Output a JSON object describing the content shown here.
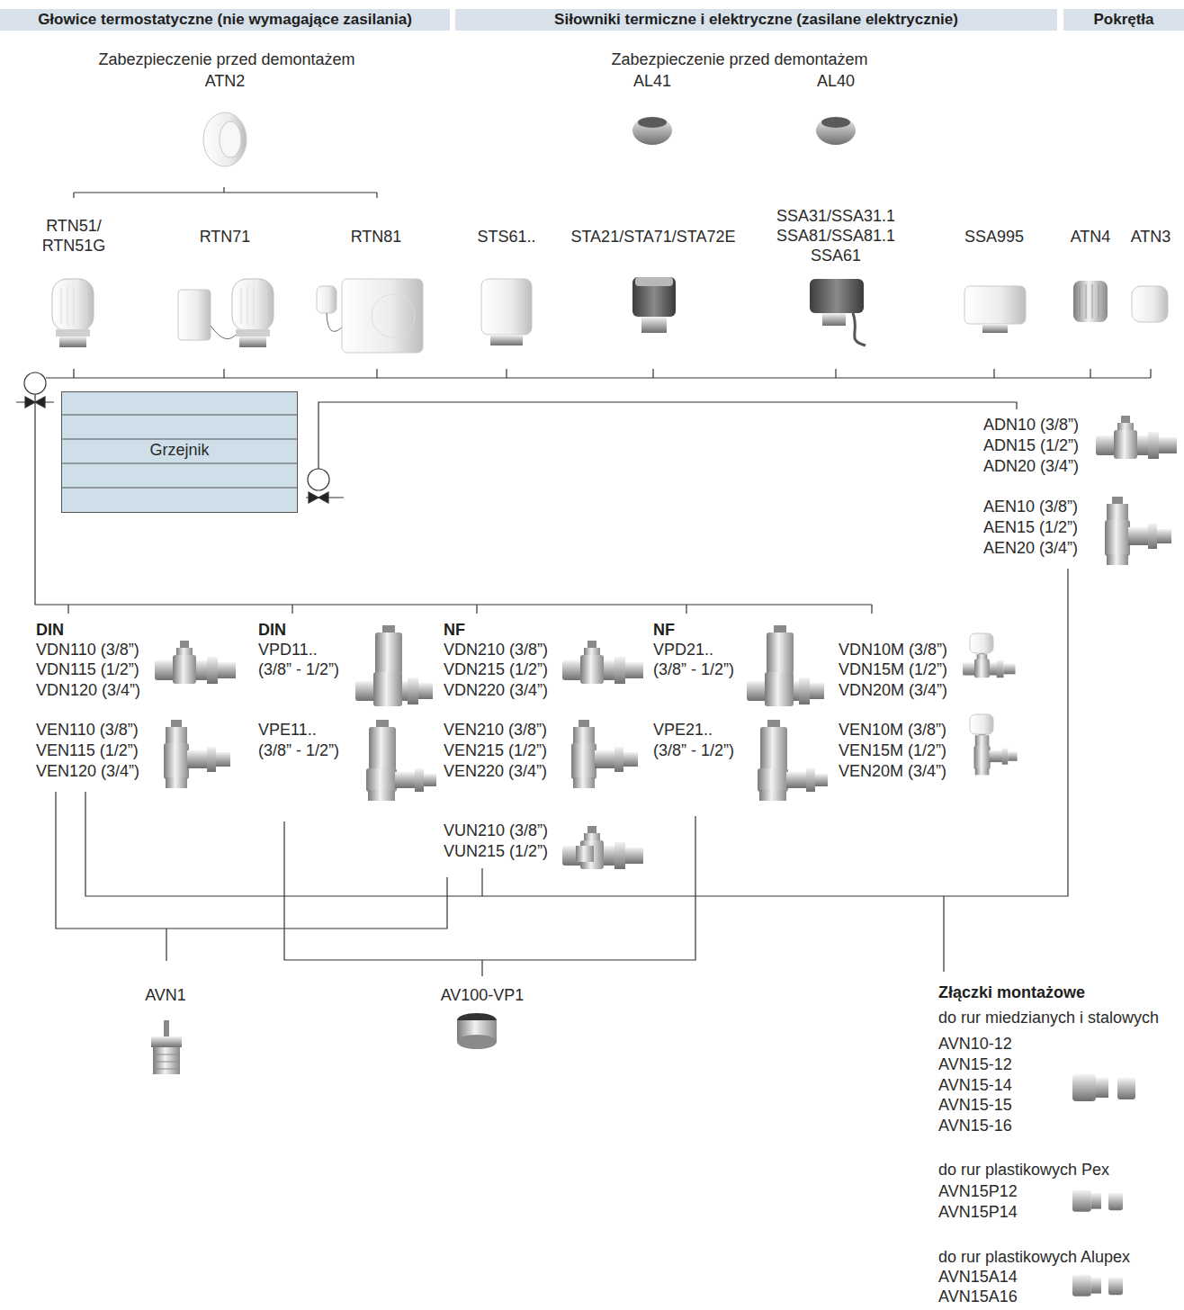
{
  "diagram": {
    "nodes": [
      {
        "text": [
          "Głowice termostatyczne (nie wymagające zasilania)"
        ]
      },
      {
        "text": [
          "Siłowniki termiczne i elektryczne (zasilane elektrycznie)"
        ]
      },
      {
        "text": [
          "Pokrętła"
        ]
      },
      {
        "text": [
          "Grzejnik"
        ]
      }
    ],
    "labels": [
      "Zabezpieczenie przed demontażem",
      "ATN2",
      "Zabezpieczenie przed demontażem",
      "AL41",
      "AL40",
      "RTN51/ RTN51G",
      "RTN71",
      "RTN81",
      "STS61..",
      "STA21/STA71/STA72E",
      "SSA31/SSA31.1 SSA81/SSA81.1 SSA61",
      "SSA995",
      "ATN4",
      "ATN3",
      "ADN10 (3/8”)",
      "ADN15 (1/2”)",
      "ADN20 (3/4”)",
      "AEN10 (3/8”)",
      "AEN15 (1/2”)",
      "AEN20 (3/4”)",
      "DIN",
      "VDN110 (3/8”)",
      "VDN115 (1/2”)",
      "VDN120 (3/4”)",
      "VEN110 (3/8”)",
      "VEN115 (1/2”)",
      "VEN120 (3/4”)",
      "DIN",
      "VPD11..",
      "(3/8” - 1/2”)",
      "VPE11..",
      "(3/8” - 1/2”)",
      "NF",
      "VDN210 (3/8”)",
      "VDN215 (1/2”)",
      "VDN220 (3/4”)",
      "VEN210 (3/8”)",
      "VEN215 (1/2”)",
      "VEN220 (3/4”)",
      "VUN210 (3/8”)",
      "VUN215 (1/2”)",
      "NF",
      "VPD21..",
      "(3/8” - 1/2”)",
      "VPE21..",
      "(3/8” - 1/2”)",
      "VDN10M (3/8”)",
      "VDN15M (1/2”)",
      "VDN20M (3/4”)",
      "VEN10M (3/8”)",
      "VEN15M (1/2”)",
      "VEN20M (3/4”)",
      "AVN1",
      "AV100-VP1",
      "Złączki montażowe",
      "do rur miedzianych i stalowych",
      "AVN10-12",
      "AVN15-12",
      "AVN15-14",
      "AVN15-15",
      "AVN15-16",
      "do rur plastikowych Pex",
      "AVN15P12",
      "AVN15P14",
      "do rur plastikowych Alupex",
      "AVN15A14",
      "AVN15A16"
    ]
  }
}
